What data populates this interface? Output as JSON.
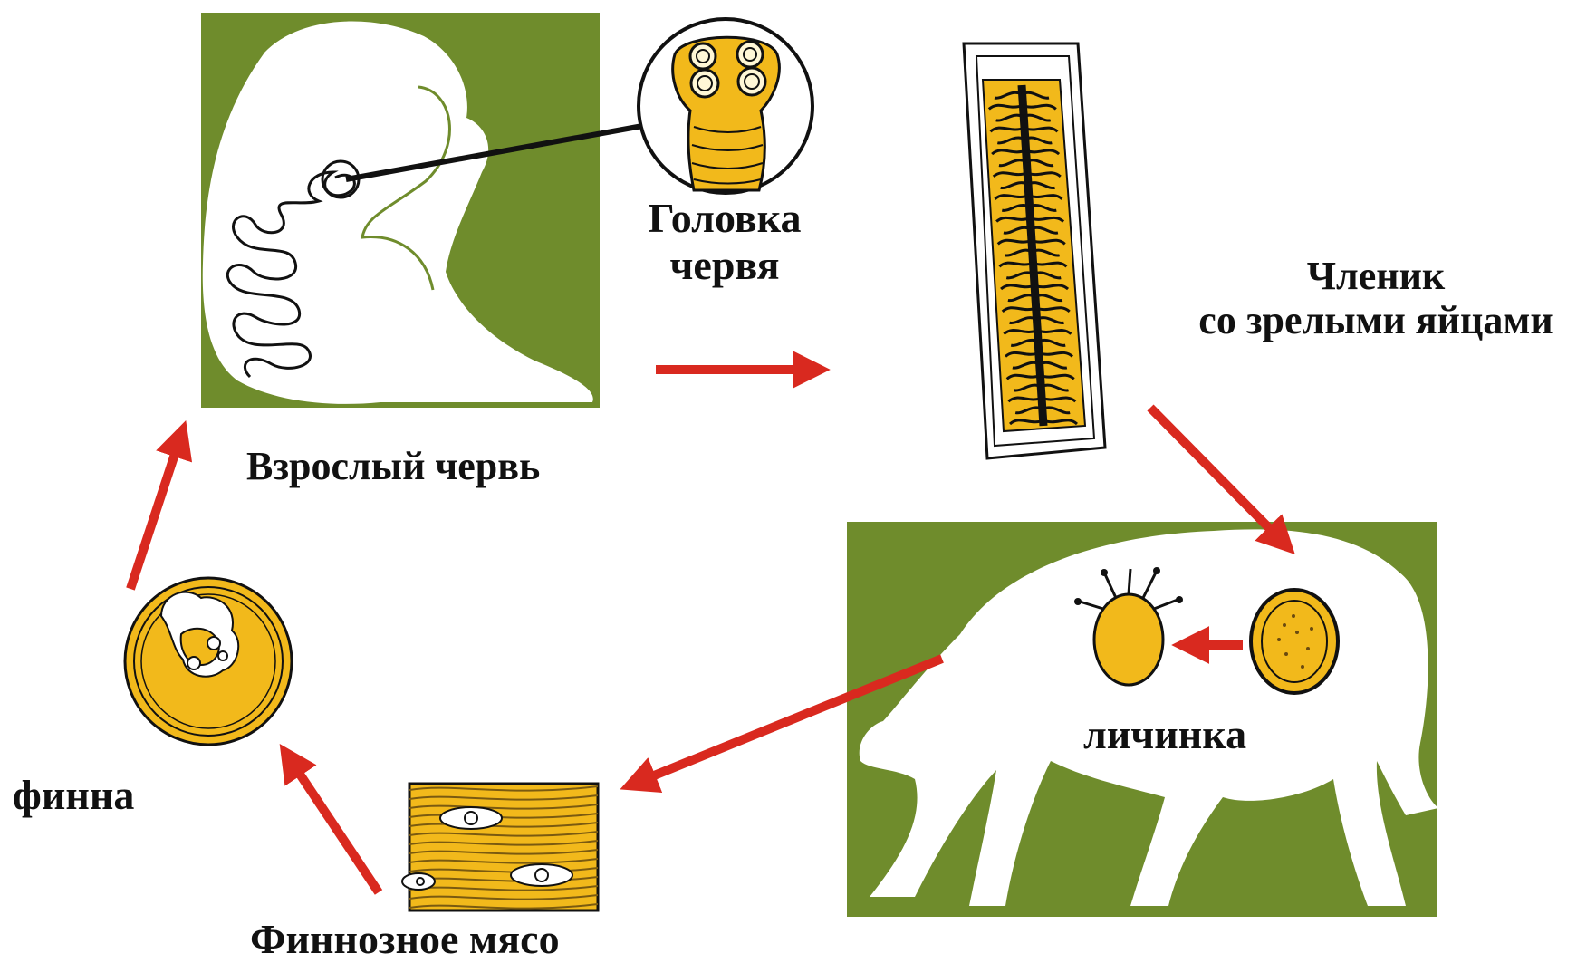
{
  "labels": {
    "head_line1": "Головка",
    "head_line2": "червя",
    "segment_line1": "Членик",
    "segment_line2": "со зрелыми яйцами",
    "adult": "Взрослый червь",
    "larva": "личинка",
    "finna": "финна",
    "meat": "Финнозное мясо"
  },
  "colors": {
    "panel_green": "#6f8c2c",
    "yellow": "#f2b91b",
    "arrow_red": "#d9291f",
    "line": "#111111"
  },
  "icons": {
    "adult_panel": "sitting-human-silhouette-icon",
    "head": "tapeworm-scolex-icon",
    "segment": "proglottid-segment-icon",
    "cattle_panel": "grazing-cow-silhouette-icon",
    "cyst": "cysticercus-icon",
    "meat": "infected-muscle-icon"
  }
}
